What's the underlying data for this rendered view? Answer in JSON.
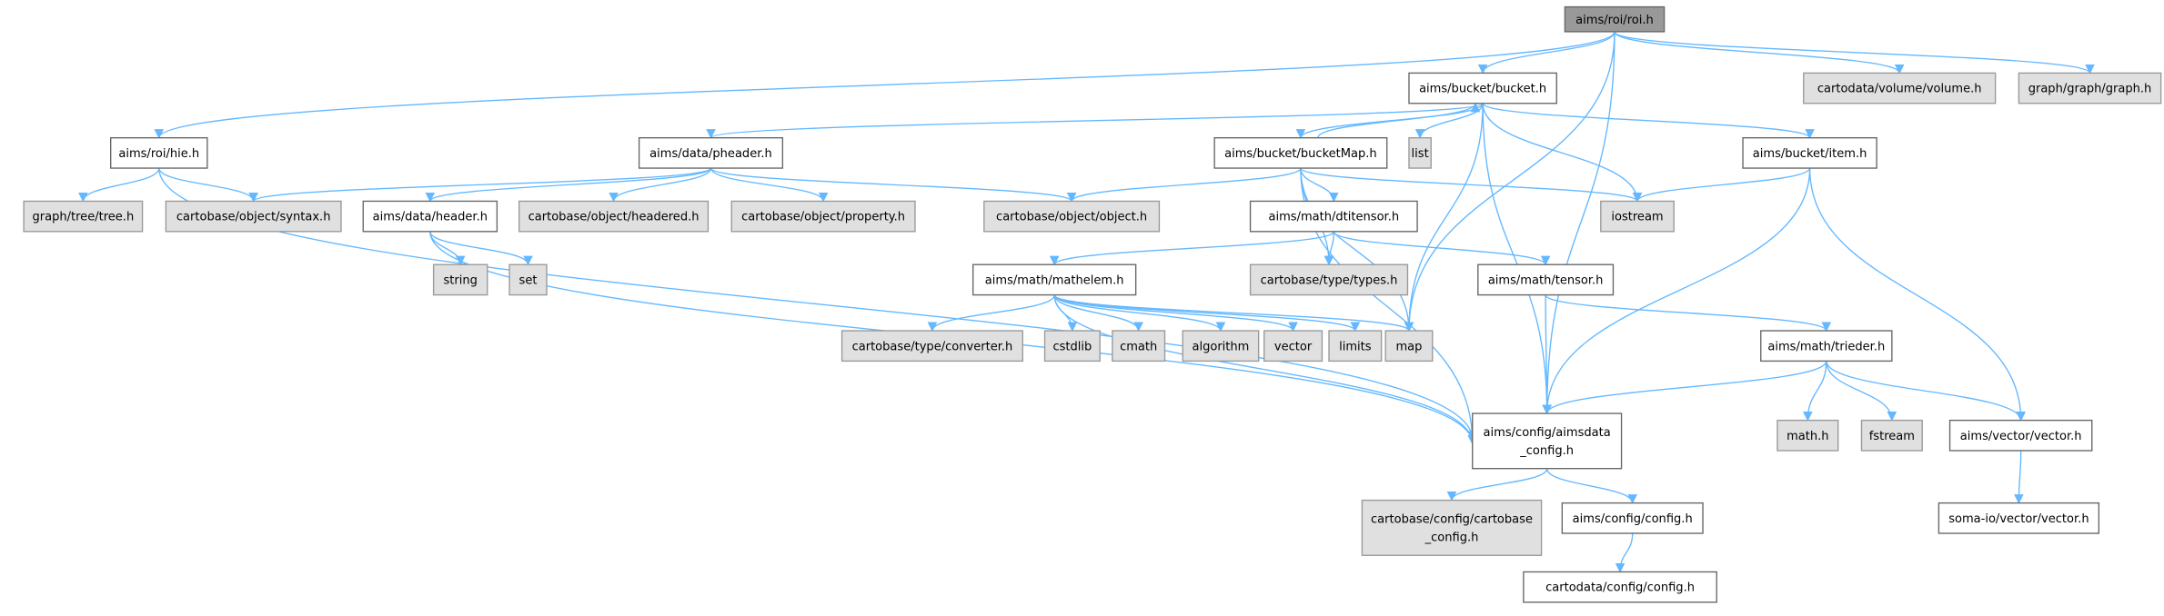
{
  "title": "aims/roi/roi.h include dependency graph",
  "colors": {
    "edge": "#63b8ff",
    "root_fill": "#999999",
    "external_fill": "#e0e0e0",
    "documented_fill": "#ffffff"
  },
  "nodes": [
    {
      "id": "roi",
      "label": [
        "aims/roi/roi.h"
      ],
      "kind": "root"
    },
    {
      "id": "bucket",
      "label": [
        "aims/bucket/bucket.h"
      ],
      "kind": "doc"
    },
    {
      "id": "volume",
      "label": [
        "cartodata/volume/volume.h"
      ],
      "kind": "ext"
    },
    {
      "id": "graph",
      "label": [
        "graph/graph/graph.h"
      ],
      "kind": "ext"
    },
    {
      "id": "hie",
      "label": [
        "aims/roi/hie.h"
      ],
      "kind": "doc"
    },
    {
      "id": "pheader",
      "label": [
        "aims/data/pheader.h"
      ],
      "kind": "doc"
    },
    {
      "id": "bucketMap",
      "label": [
        "aims/bucket/bucketMap.h"
      ],
      "kind": "doc"
    },
    {
      "id": "list",
      "label": [
        "list"
      ],
      "kind": "ext"
    },
    {
      "id": "item",
      "label": [
        "aims/bucket/item.h"
      ],
      "kind": "doc"
    },
    {
      "id": "tree",
      "label": [
        "graph/tree/tree.h"
      ],
      "kind": "ext"
    },
    {
      "id": "syntax",
      "label": [
        "cartobase/object/syntax.h"
      ],
      "kind": "ext"
    },
    {
      "id": "header",
      "label": [
        "aims/data/header.h"
      ],
      "kind": "doc"
    },
    {
      "id": "headered",
      "label": [
        "cartobase/object/headered.h"
      ],
      "kind": "ext"
    },
    {
      "id": "property",
      "label": [
        "cartobase/object/property.h"
      ],
      "kind": "ext"
    },
    {
      "id": "object",
      "label": [
        "cartobase/object/object.h"
      ],
      "kind": "ext"
    },
    {
      "id": "dtitensor",
      "label": [
        "aims/math/dtitensor.h"
      ],
      "kind": "doc"
    },
    {
      "id": "iostream",
      "label": [
        "iostream"
      ],
      "kind": "ext"
    },
    {
      "id": "string",
      "label": [
        "string"
      ],
      "kind": "ext"
    },
    {
      "id": "set",
      "label": [
        "set"
      ],
      "kind": "ext"
    },
    {
      "id": "mathelem",
      "label": [
        "aims/math/mathelem.h"
      ],
      "kind": "doc"
    },
    {
      "id": "types",
      "label": [
        "cartobase/type/types.h"
      ],
      "kind": "ext"
    },
    {
      "id": "tensor",
      "label": [
        "aims/math/tensor.h"
      ],
      "kind": "doc"
    },
    {
      "id": "converter",
      "label": [
        "cartobase/type/converter.h"
      ],
      "kind": "ext"
    },
    {
      "id": "cstdlib",
      "label": [
        "cstdlib"
      ],
      "kind": "ext"
    },
    {
      "id": "cmath",
      "label": [
        "cmath"
      ],
      "kind": "ext"
    },
    {
      "id": "algorithm",
      "label": [
        "algorithm"
      ],
      "kind": "ext"
    },
    {
      "id": "vector",
      "label": [
        "vector"
      ],
      "kind": "ext"
    },
    {
      "id": "limits",
      "label": [
        "limits"
      ],
      "kind": "ext"
    },
    {
      "id": "map",
      "label": [
        "map"
      ],
      "kind": "ext"
    },
    {
      "id": "trieder",
      "label": [
        "aims/math/trieder.h"
      ],
      "kind": "doc"
    },
    {
      "id": "aimsdata",
      "label": [
        "aims/config/aimsdata",
        "_config.h"
      ],
      "kind": "doc"
    },
    {
      "id": "mathh",
      "label": [
        "math.h"
      ],
      "kind": "ext"
    },
    {
      "id": "fstream",
      "label": [
        "fstream"
      ],
      "kind": "ext"
    },
    {
      "id": "aimsvector",
      "label": [
        "aims/vector/vector.h"
      ],
      "kind": "doc"
    },
    {
      "id": "cbconfig",
      "label": [
        "cartobase/config/cartobase",
        "_config.h"
      ],
      "kind": "ext"
    },
    {
      "id": "aimsconfig",
      "label": [
        "aims/config/config.h"
      ],
      "kind": "doc"
    },
    {
      "id": "somavector",
      "label": [
        "soma-io/vector/vector.h"
      ],
      "kind": "doc"
    },
    {
      "id": "cdconfig",
      "label": [
        "cartodata/config/config.h"
      ],
      "kind": "doc"
    }
  ],
  "edges": [
    [
      "roi",
      "hie"
    ],
    [
      "roi",
      "bucket"
    ],
    [
      "roi",
      "volume"
    ],
    [
      "roi",
      "graph"
    ],
    [
      "roi",
      "aimsdata"
    ],
    [
      "roi",
      "map"
    ],
    [
      "bucket",
      "pheader"
    ],
    [
      "bucket",
      "bucketMap"
    ],
    [
      "bucketMap",
      "bucket"
    ],
    [
      "bucket",
      "list"
    ],
    [
      "bucket",
      "item"
    ],
    [
      "bucket",
      "iostream"
    ],
    [
      "bucket",
      "map"
    ],
    [
      "bucket",
      "aimsdata"
    ],
    [
      "hie",
      "tree"
    ],
    [
      "hie",
      "syntax"
    ],
    [
      "hie",
      "aimsdata"
    ],
    [
      "pheader",
      "syntax"
    ],
    [
      "pheader",
      "header"
    ],
    [
      "pheader",
      "headered"
    ],
    [
      "pheader",
      "property"
    ],
    [
      "pheader",
      "object"
    ],
    [
      "header",
      "string"
    ],
    [
      "header",
      "set"
    ],
    [
      "header",
      "aimsdata"
    ],
    [
      "bucketMap",
      "object"
    ],
    [
      "bucketMap",
      "dtitensor"
    ],
    [
      "bucketMap",
      "iostream"
    ],
    [
      "bucketMap",
      "types"
    ],
    [
      "bucketMap",
      "aimsdata"
    ],
    [
      "bucketMap",
      "map"
    ],
    [
      "item",
      "iostream"
    ],
    [
      "item",
      "aimsdata"
    ],
    [
      "item",
      "aimsvector"
    ],
    [
      "dtitensor",
      "mathelem"
    ],
    [
      "dtitensor",
      "types"
    ],
    [
      "dtitensor",
      "tensor"
    ],
    [
      "mathelem",
      "converter"
    ],
    [
      "mathelem",
      "cstdlib"
    ],
    [
      "mathelem",
      "cmath"
    ],
    [
      "mathelem",
      "algorithm"
    ],
    [
      "mathelem",
      "vector"
    ],
    [
      "mathelem",
      "limits"
    ],
    [
      "mathelem",
      "map"
    ],
    [
      "mathelem",
      "aimsdata"
    ],
    [
      "tensor",
      "aimsdata"
    ],
    [
      "tensor",
      "trieder"
    ],
    [
      "trieder",
      "aimsdata"
    ],
    [
      "trieder",
      "mathh"
    ],
    [
      "trieder",
      "fstream"
    ],
    [
      "trieder",
      "aimsvector"
    ],
    [
      "aimsdata",
      "cbconfig"
    ],
    [
      "aimsdata",
      "aimsconfig"
    ],
    [
      "aimsconfig",
      "cdconfig"
    ],
    [
      "aimsvector",
      "somavector"
    ]
  ]
}
